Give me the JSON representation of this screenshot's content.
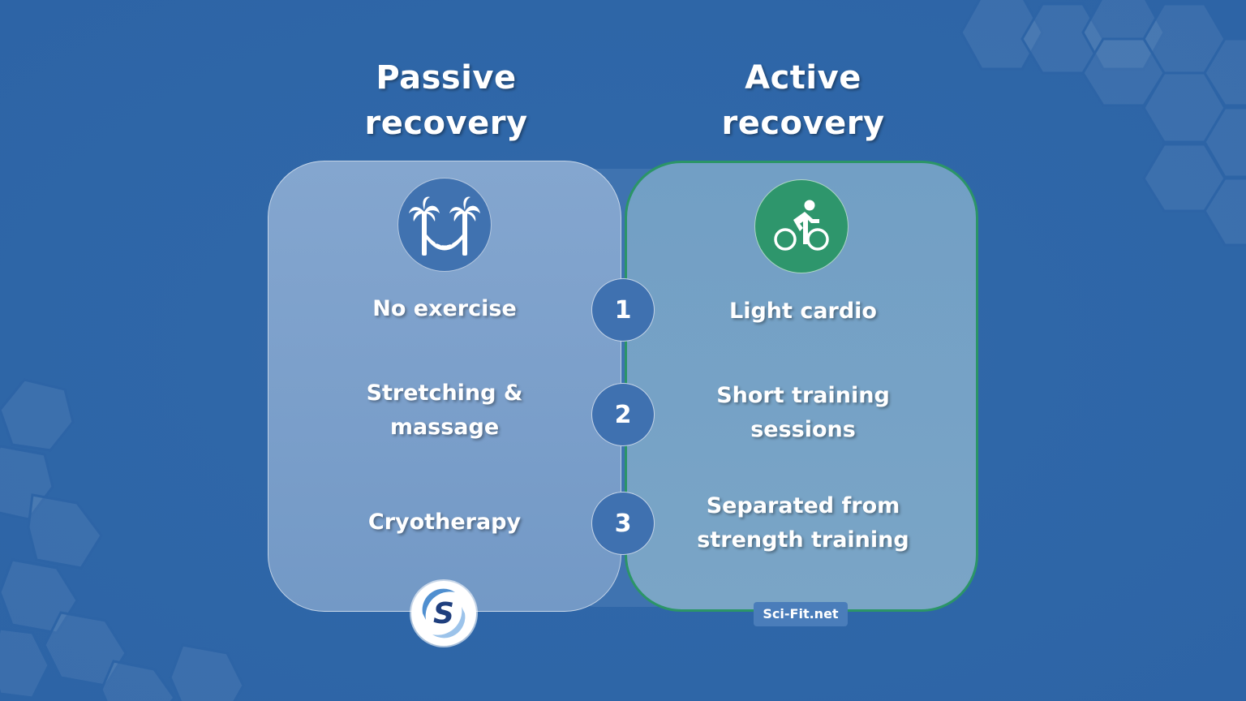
{
  "columns": {
    "passive": {
      "heading": [
        "Passive",
        "recovery"
      ],
      "icon": "palm-trees-hammock-icon",
      "accent": "#4072b0",
      "items": [
        [
          "No exercise"
        ],
        [
          "Stretching &",
          "massage"
        ],
        [
          "Cryotherapy"
        ]
      ]
    },
    "active": {
      "heading": [
        "Active",
        "recovery"
      ],
      "icon": "cyclist-icon",
      "accent": "#2e966c",
      "items": [
        [
          "Light cardio"
        ],
        [
          "Short training",
          "sessions"
        ],
        [
          "Separated from",
          "strength training"
        ]
      ]
    }
  },
  "numbers": [
    "1",
    "2",
    "3"
  ],
  "brand": {
    "logo": "sci-fit-logo-icon",
    "logo_letter": "S",
    "site": "Sci-Fit.net"
  },
  "colors": {
    "background": "#2f67a8",
    "active_border": "#2b9567",
    "passive_card": "#7c9fcb",
    "active_card": "#76a2c5"
  }
}
